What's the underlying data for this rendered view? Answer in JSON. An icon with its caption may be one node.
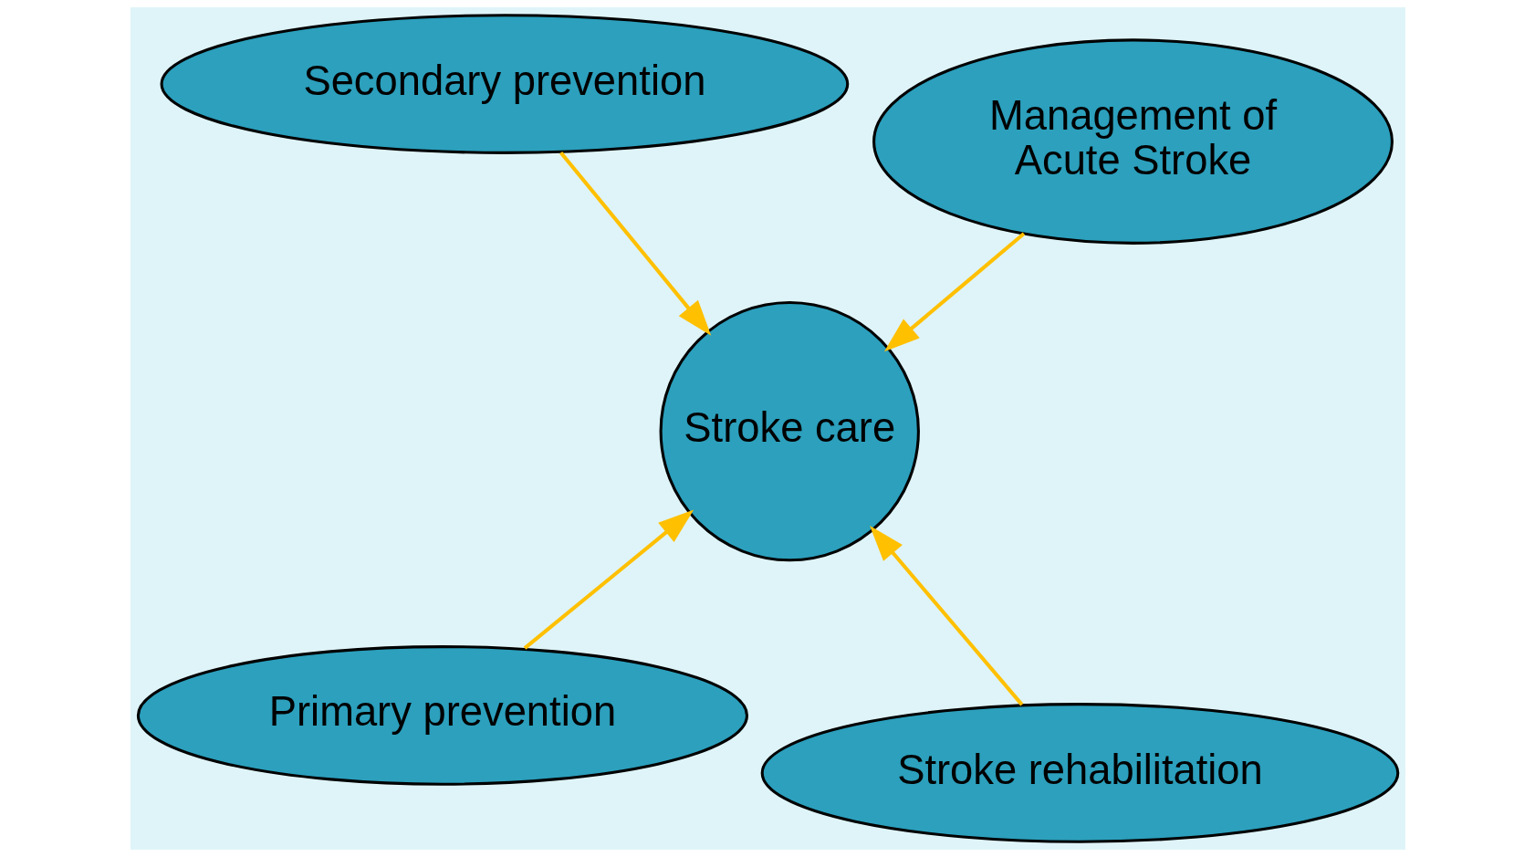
{
  "diagram": {
    "nodes": [
      {
        "text": [
          "Primary prevention"
        ]
      },
      {
        "text": [
          "Stroke rehabilitation"
        ]
      },
      {
        "text": [
          "Stroke care"
        ]
      },
      {
        "text": [
          "Secondary prevention"
        ]
      },
      {
        "text": [
          "Management of Acute Stroke"
        ]
      }
    ],
    "edges": [
      {
        "from": 0,
        "to": 2,
        "arrow": "to"
      },
      {
        "from": 1,
        "to": 2,
        "arrow": "to"
      },
      {
        "from": 3,
        "to": 2,
        "arrow": "to"
      },
      {
        "from": 4,
        "to": 2,
        "arrow": "to"
      }
    ]
  }
}
